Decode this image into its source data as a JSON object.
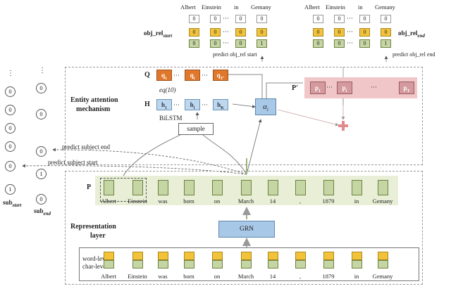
{
  "top_words_left": [
    "Albert",
    "Einstein",
    "in",
    "Gemany"
  ],
  "top_words_right": [
    "Albert",
    "Einstein",
    "in",
    "Gemany"
  ],
  "obj_rel_start": {
    "name": "obj_rel",
    "sub": "start",
    "row1": [
      "0",
      "0",
      "0",
      "0"
    ],
    "row2": [
      "0",
      "0",
      "0",
      "0"
    ],
    "row3": [
      "0",
      "0",
      "0",
      "1"
    ],
    "dots": "···",
    "predict": "predict obj_rel start"
  },
  "obj_rel_end": {
    "name": "obj_rel",
    "sub": "end",
    "row1": [
      "0",
      "0",
      "0",
      "0"
    ],
    "row2": [
      "0",
      "0",
      "0",
      "0"
    ],
    "row3": [
      "0",
      "0",
      "0",
      "1"
    ],
    "dots": "···",
    "predict": "predict obj_rel end"
  },
  "entity_attention": {
    "line1": "Entity attention",
    "line2": "mechanism"
  },
  "Q": {
    "label": "Q",
    "cells": [
      "q",
      "q",
      "q"
    ],
    "subs": [
      "1",
      "i",
      "T'"
    ],
    "dots": "···"
  },
  "eq": "eq(10)",
  "H": {
    "label": "H",
    "cells": [
      "h",
      "h",
      "h"
    ],
    "subs": [
      "1",
      "i",
      "K"
    ],
    "dots": "···"
  },
  "bilstm": "BiLSTM",
  "sample": "sample",
  "alpha": {
    "symbol": "α",
    "sub": "i"
  },
  "P_prime": {
    "label": "P'",
    "cells": [
      "p",
      "p",
      "p"
    ],
    "subs": [
      "1",
      "i",
      "T"
    ],
    "dots": "···"
  },
  "predict_subject_end": "predict subject end",
  "predict_subject_start": "predict subject start",
  "sub_start_col": {
    "dots": "⋮",
    "values": [
      "0",
      "0",
      "0",
      "0",
      "0",
      "1"
    ],
    "label": "sub",
    "sub": "start"
  },
  "sub_end_col": {
    "dots": "⋮",
    "values": [
      "0",
      "0",
      "0",
      "1",
      "0"
    ],
    "label": "sub",
    "sub": "end"
  },
  "P_label": "P",
  "sentence": [
    "Albert",
    "Einstein",
    "was",
    "born",
    "on",
    "March",
    "14",
    ",",
    "1879",
    "in",
    "Gemany"
  ],
  "representation": {
    "line1": "Representation",
    "line2": "layer"
  },
  "grn": "GRN",
  "word_level": "word-level",
  "char_level": "char-level",
  "colors": {
    "orange": "#e0782c",
    "blue": "#a8c8e8",
    "pink": "#f1c6c8",
    "green": "#c6d5a4",
    "yellow": "#f2c33a",
    "light_green_band": "#e8efd6",
    "grn_box": "#a8c8e8"
  }
}
